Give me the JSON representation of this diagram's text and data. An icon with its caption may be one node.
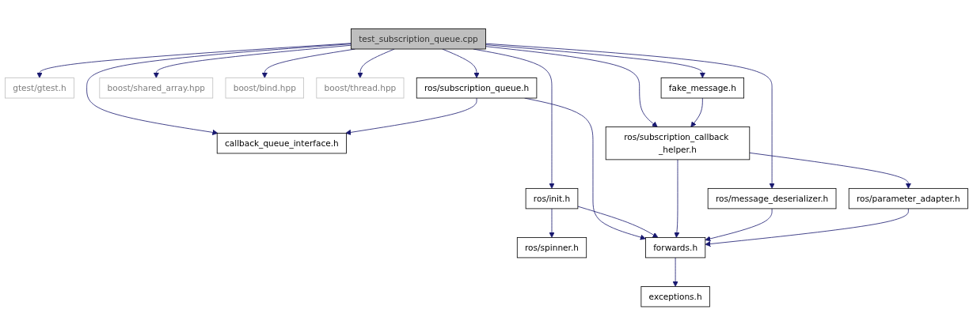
{
  "diagram": {
    "nodes": [
      {
        "text": [
          "test_subscription_queue.cpp"
        ]
      },
      {
        "text": [
          "gtest/gtest.h"
        ]
      },
      {
        "text": [
          "ros/subscription_queue.h"
        ]
      },
      {
        "text": [
          "callback_queue_interface.h"
        ]
      },
      {
        "text": [
          "ros/message_deserializer.h"
        ]
      },
      {
        "text": [
          "ros/init.h"
        ]
      },
      {
        "text": [
          "ros/spinner.h"
        ]
      },
      {
        "text": [
          "ros/subscription_callback _helper.h"
        ]
      },
      {
        "text": [
          "boost/shared_array.hpp"
        ]
      },
      {
        "text": [
          "boost/bind.hpp"
        ]
      },
      {
        "text": [
          "boost/thread.hpp"
        ]
      },
      {
        "text": [
          "fake_message.h"
        ]
      },
      {
        "text": [
          "ros/parameter_adapter.h"
        ]
      },
      {
        "text": [
          "forwards.h"
        ]
      },
      {
        "text": [
          "exceptions.h"
        ]
      }
    ],
    "edges": [
      {
        "from": 0,
        "to": 1,
        "arrow": "to"
      },
      {
        "from": 0,
        "to": 2,
        "arrow": "to"
      },
      {
        "from": 0,
        "to": 3,
        "arrow": "to"
      },
      {
        "from": 0,
        "to": 4,
        "arrow": "to"
      },
      {
        "from": 0,
        "to": 5,
        "arrow": "to"
      },
      {
        "from": 0,
        "to": 7,
        "arrow": "to"
      },
      {
        "from": 0,
        "to": 8,
        "arrow": "to"
      },
      {
        "from": 0,
        "to": 9,
        "arrow": "to"
      },
      {
        "from": 0,
        "to": 10,
        "arrow": "to"
      },
      {
        "from": 0,
        "to": 11,
        "arrow": "to"
      },
      {
        "from": 2,
        "to": 3,
        "arrow": "to"
      },
      {
        "from": 2,
        "to": 13,
        "arrow": "to"
      },
      {
        "from": 5,
        "to": 6,
        "arrow": "to"
      },
      {
        "from": 5,
        "to": 13,
        "arrow": "to"
      },
      {
        "from": 11,
        "to": 7,
        "arrow": "to"
      },
      {
        "from": 7,
        "to": 12,
        "arrow": "to"
      },
      {
        "from": 7,
        "to": 13,
        "arrow": "to"
      },
      {
        "from": 4,
        "to": 13,
        "arrow": "to"
      },
      {
        "from": 12,
        "to": 13,
        "arrow": "to"
      },
      {
        "from": 13,
        "to": 14,
        "arrow": "to"
      }
    ]
  }
}
